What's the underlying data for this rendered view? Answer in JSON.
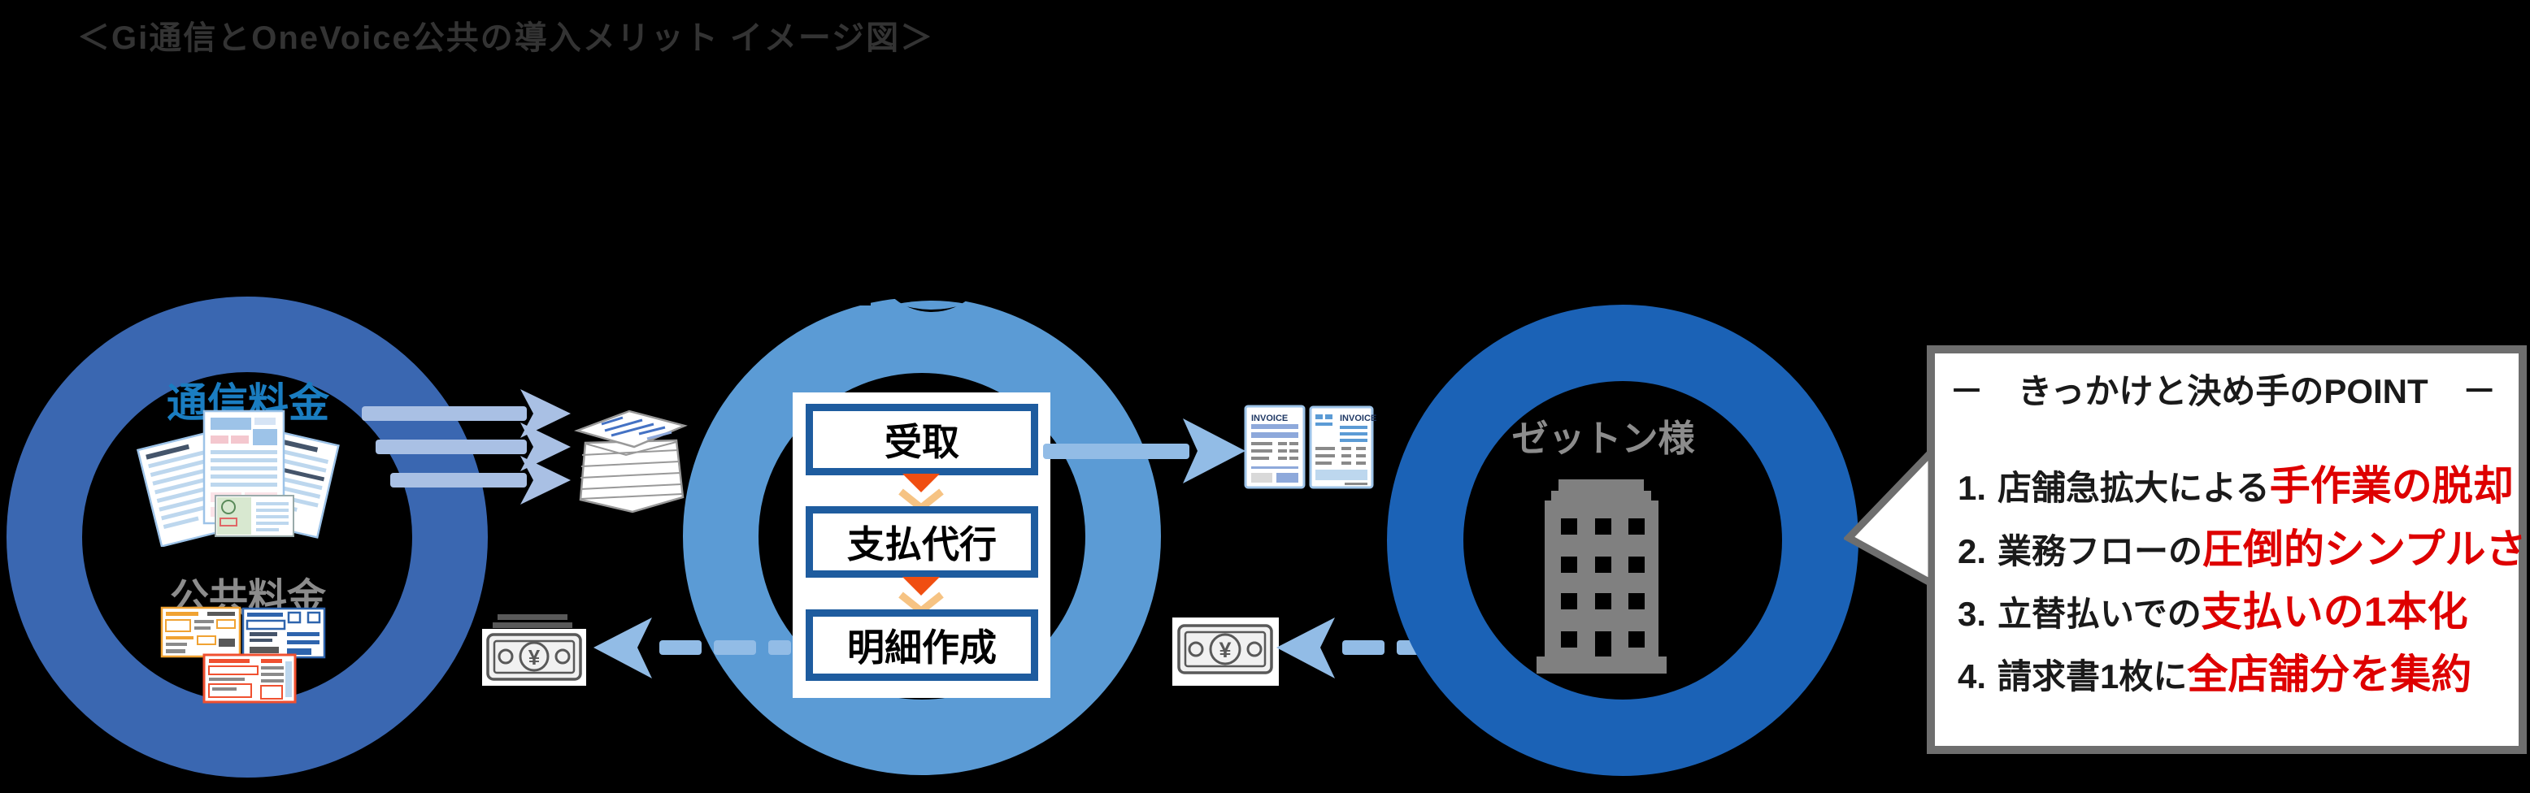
{
  "diagram_title": {
    "text": "＜Gi通信とOneVoice公共の導入メリット イメージ図＞"
  },
  "left_circle": {
    "top_label": "通信料金",
    "bottom_label": "公共料金"
  },
  "flow_circle": {
    "steps": [
      {
        "label": "受取"
      },
      {
        "label": "支払代行"
      },
      {
        "label": "明細作成"
      }
    ]
  },
  "client_circle": {
    "label": "ゼットン様"
  },
  "icons": {
    "invoice_label": "INVOICE",
    "yen_symbol": "¥"
  },
  "point_panel": {
    "title": "－　きっかけと決め手のPOINT　－",
    "items": [
      {
        "number": "1.",
        "text": "店舗急拡大による",
        "highlight": "手作業の脱却"
      },
      {
        "number": "2.",
        "text": "業務フローの",
        "highlight": "圧倒的シンプルさ"
      },
      {
        "number": "3.",
        "text": "立替払いでの",
        "highlight": "支払いの1本化"
      },
      {
        "number": "4.",
        "text": "請求書1枚に",
        "highlight": "全店舗分を集約"
      }
    ]
  },
  "colors": {
    "background": "#000000",
    "title_text": "#333333",
    "ring_left": "#3A67B1",
    "ring_middle": "#5B9BD5",
    "ring_right": "#1B62B6",
    "tsushin_label": "#1A7DC1",
    "gray_label": "#8C8C8C",
    "building_gray": "#808080",
    "step_box_border": "#1E5C9F",
    "flow_arrow_orange": "#F04E11",
    "flow_arrow_light_orange": "#F6C383",
    "pale_arrow": "#A9C0E4",
    "sky_arrow": "#92BCE6",
    "point_border": "#6E6E6E",
    "point_red": "#DE0000"
  }
}
